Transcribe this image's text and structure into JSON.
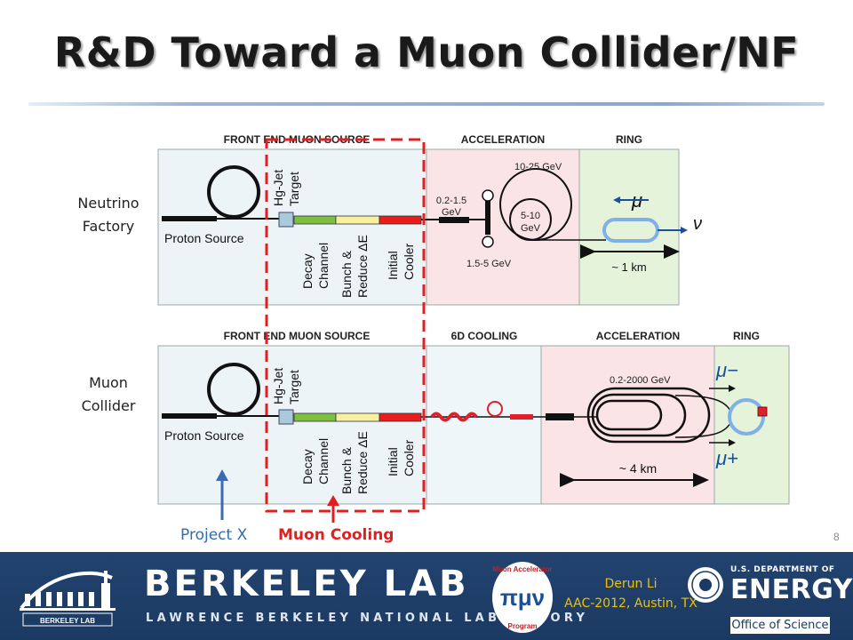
{
  "slide": {
    "title": "R&D Toward a Muon Collider/NF",
    "page_number": "8"
  },
  "labels": {
    "neutrino_factory_line1": "Neutrino",
    "neutrino_factory_line2": "Factory",
    "muon_collider_line1": "Muon",
    "muon_collider_line2": "Collider",
    "project_x": "Project X",
    "muon_cooling": "Muon Cooling"
  },
  "nf": {
    "front_end": "FRONT END MUON SOURCE",
    "acceleration": "ACCELERATION",
    "ring": "RING",
    "target": [
      "Hg-Jet",
      "Target"
    ],
    "proton_source": "Proton Source",
    "decay": [
      "Decay",
      "Channel"
    ],
    "bunch": [
      "Bunch &",
      "Reduce ΔE"
    ],
    "cooler": [
      "Initial",
      "Cooler"
    ],
    "e_02_15": [
      "0.2-1.5",
      "GeV"
    ],
    "e_10_25": "10-25 GeV",
    "e_5_10": [
      "5-10",
      "GeV"
    ],
    "e_15_5": "1.5-5 GeV",
    "mu": "μ",
    "nu": "ν",
    "length": "~ 1 km"
  },
  "mc": {
    "front_end": "FRONT END MUON SOURCE",
    "cooling": "6D COOLING",
    "acceleration": "ACCELERATION",
    "ring": "RING",
    "target": [
      "Hg-Jet",
      "Target"
    ],
    "proton_source": "Proton Source",
    "decay": [
      "Decay",
      "Channel"
    ],
    "bunch": [
      "Bunch &",
      "Reduce ΔE"
    ],
    "cooler": [
      "Initial",
      "Cooler"
    ],
    "energy": "0.2-2000 GeV",
    "mu_minus": "μ−",
    "mu_plus": "μ+",
    "length": "~ 4 km"
  },
  "footer": {
    "lab_name": "BERKELEY LAB",
    "lab_full": "LAWRENCE BERKELEY NATIONAL LABORATORY",
    "lab_logo_text": "BERKELEY LAB",
    "map_logo_text": [
      "Muon Accelerator",
      "Program"
    ],
    "author": "Derun Li",
    "conference": "AAC-2012, Austin, TX",
    "doe_dept": "U.S. DEPARTMENT OF",
    "doe_energy": "ENERGY",
    "doe_office": "Office of Science"
  },
  "colors": {
    "decay": "#7fbf3f",
    "bunch": "#f6f0a0",
    "cooler": "#e81e1e",
    "front_end_bg": "#ecf4f8",
    "accel_bg": "#fbe4e6",
    "ring_bg": "#e4f3da",
    "dashed_box": "#e02020",
    "footer_bg": "#1b3a63",
    "title_rule": "#8ea7cf"
  }
}
